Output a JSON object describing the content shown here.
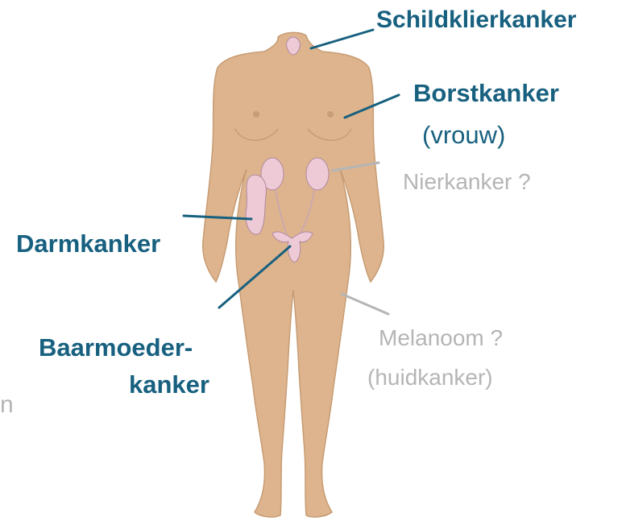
{
  "colors": {
    "accent": "#17607f",
    "muted": "#b5b5b5",
    "skin": "#ddb48d",
    "organ": "#eec9d6"
  },
  "labels": {
    "thyroid": "Schildklierkanker",
    "breast": "Borstkanker",
    "breast_note": "(vrouw)",
    "kidney": "Nierkanker ?",
    "colon": "Darmkanker",
    "uterus_line1": "Baarmoeder-",
    "uterus_line2": "kanker",
    "melanoma": "Melanoom ?",
    "melanoma_note": "(huidkanker)",
    "edge_fragment": "n"
  }
}
